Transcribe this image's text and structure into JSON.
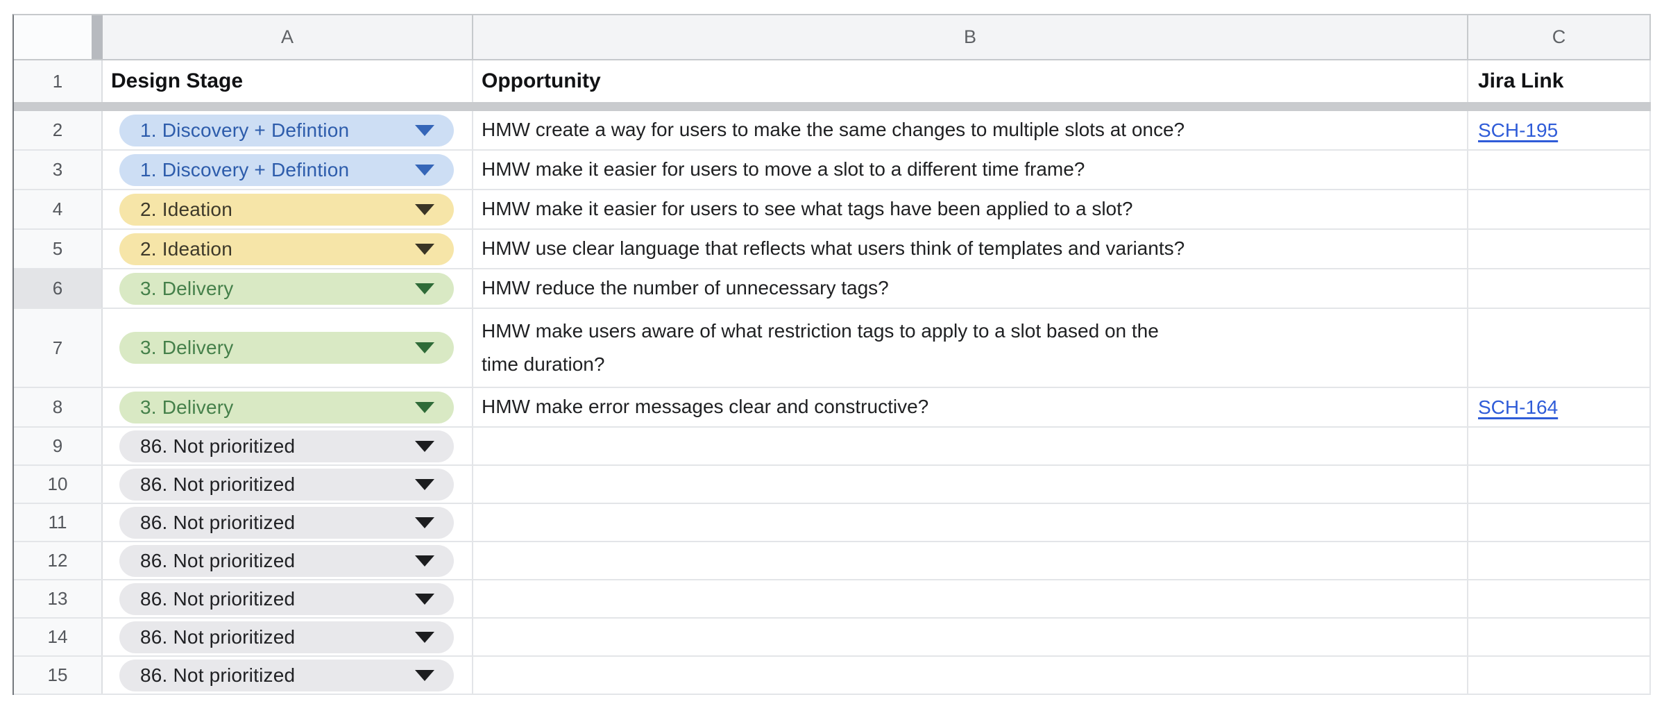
{
  "columns": [
    "A",
    "B",
    "C"
  ],
  "header_row": {
    "num": "1",
    "design_stage": "Design Stage",
    "opportunity": "Opportunity",
    "jira_link": "Jira Link"
  },
  "rows": [
    {
      "num": "2",
      "stage": "1. Discovery + Defintion",
      "stage_color": "blue",
      "opportunity": "HMW create a way for users to make the same changes to multiple slots at once?",
      "jira": "SCH-195"
    },
    {
      "num": "3",
      "stage": "1. Discovery + Defintion",
      "stage_color": "blue",
      "opportunity": "HMW make it easier for users to move a slot to a different time frame?",
      "jira": ""
    },
    {
      "num": "4",
      "stage": "2. Ideation",
      "stage_color": "yellow",
      "opportunity": "HMW make it easier for users to see what tags have been applied to a slot?",
      "jira": ""
    },
    {
      "num": "5",
      "stage": "2. Ideation",
      "stage_color": "yellow",
      "opportunity": "HMW use clear language that reflects what users think of templates and variants?",
      "jira": ""
    },
    {
      "num": "6",
      "stage": "3. Delivery",
      "stage_color": "green",
      "opportunity": "HMW reduce the number of unnecessary tags?",
      "jira": "",
      "highlighted": true
    },
    {
      "num": "7",
      "stage": "3. Delivery",
      "stage_color": "green",
      "opportunity": "HMW make users aware of what restriction tags to apply to a slot based on the\ntime duration?",
      "jira": ""
    },
    {
      "num": "8",
      "stage": "3. Delivery",
      "stage_color": "green",
      "opportunity": "HMW make error messages clear and constructive?",
      "jira": "SCH-164"
    },
    {
      "num": "9",
      "stage": "86. Not prioritized",
      "stage_color": "gray",
      "opportunity": "",
      "jira": ""
    },
    {
      "num": "10",
      "stage": "86. Not prioritized",
      "stage_color": "gray",
      "opportunity": "",
      "jira": ""
    },
    {
      "num": "11",
      "stage": "86. Not prioritized",
      "stage_color": "gray",
      "opportunity": "",
      "jira": ""
    },
    {
      "num": "12",
      "stage": "86. Not prioritized",
      "stage_color": "gray",
      "opportunity": "",
      "jira": ""
    },
    {
      "num": "13",
      "stage": "86. Not prioritized",
      "stage_color": "gray",
      "opportunity": "",
      "jira": ""
    },
    {
      "num": "14",
      "stage": "86. Not prioritized",
      "stage_color": "gray",
      "opportunity": "",
      "jira": ""
    },
    {
      "num": "15",
      "stage": "86. Not prioritized",
      "stage_color": "gray",
      "opportunity": "",
      "jira": ""
    }
  ],
  "colors": {
    "chip_blue_bg": "#cddef4",
    "chip_blue_text": "#2d5cab",
    "chip_yellow_bg": "#f6e5a8",
    "chip_yellow_text": "#3d392a",
    "chip_green_bg": "#d9e9c4",
    "chip_green_text": "#45804a",
    "chip_gray_bg": "#e8e8eb",
    "chip_gray_text": "#202124",
    "link": "#2f5cd8",
    "header_band_bg": "#f3f4f6",
    "row_header_bg": "#f8f9fa",
    "active_row_header_bg": "#e3e4e7",
    "gridline": "#e3e5e8",
    "frozen_divider": "#c9cbce"
  }
}
